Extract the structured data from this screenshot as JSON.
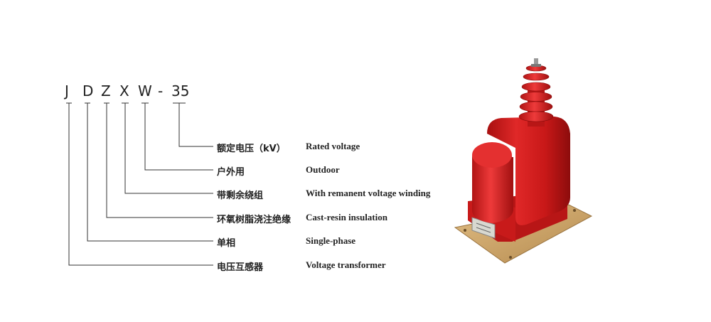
{
  "model_code": {
    "letters": [
      "J",
      "D",
      "Z",
      "X",
      "W",
      "-",
      "35"
    ]
  },
  "legend": [
    {
      "cn": "额定电压（kV）",
      "en": "Rated voltage"
    },
    {
      "cn": "户外用",
      "en": "Outdoor"
    },
    {
      "cn": "带剩余绕组",
      "en": "With remanent voltage winding"
    },
    {
      "cn": "环氧树脂浇注绝缘",
      "en": "Cast-resin insulation"
    },
    {
      "cn": "单相",
      "en": "Single-phase"
    },
    {
      "cn": "电压互感器",
      "en": "Voltage transformer"
    }
  ],
  "colors": {
    "line": "#333333",
    "resin_red": "#d81e1e",
    "base_plate": "#c9a064"
  },
  "product_image": {
    "icon": "voltage-transformer-photo"
  }
}
